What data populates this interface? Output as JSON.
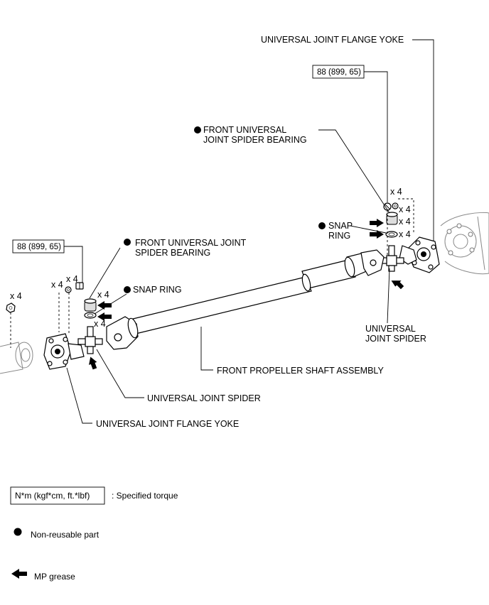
{
  "labels": {
    "uj_flange_yoke_right": "UNIVERSAL JOINT FLANGE YOKE",
    "torque_right": "88 (899, 65)",
    "front_uj_spider_bearing_right_line1": "FRONT UNIVERSAL",
    "front_uj_spider_bearing_right_line2": "JOINT SPIDER BEARING",
    "snap_ring_right_line1": "SNAP",
    "snap_ring_right_line2": "RING",
    "uj_spider_right_line1": "UNIVERSAL",
    "uj_spider_right_line2": "JOINT SPIDER",
    "torque_left": "88 (899, 65)",
    "front_uj_spider_bearing_left_line1": "FRONT UNIVERSAL JOINT",
    "front_uj_spider_bearing_left_line2": "SPIDER BEARING",
    "snap_ring_left": "SNAP RING",
    "front_propeller_shaft": "FRONT PROPELLER SHAFT ASSEMBLY",
    "uj_spider_left": "UNIVERSAL JOINT SPIDER",
    "uj_flange_yoke_left": "UNIVERSAL JOINT FLANGE YOKE"
  },
  "quantities": {
    "right_bolt": "x 4",
    "right_washer": "x 4",
    "right_bearing": "x 4",
    "right_snap": "x 4",
    "left_nut": "x 4",
    "left_washer": "x 4",
    "left_bolt": "x 4",
    "left_bearing": "x 4",
    "left_snap": "x 4"
  },
  "legend": {
    "torque_box": "N*m (kgf*cm, ft.*lbf)",
    "torque_text": ": Specified torque",
    "non_reusable_text": "Non-reusable part",
    "grease_text": "MP grease"
  }
}
